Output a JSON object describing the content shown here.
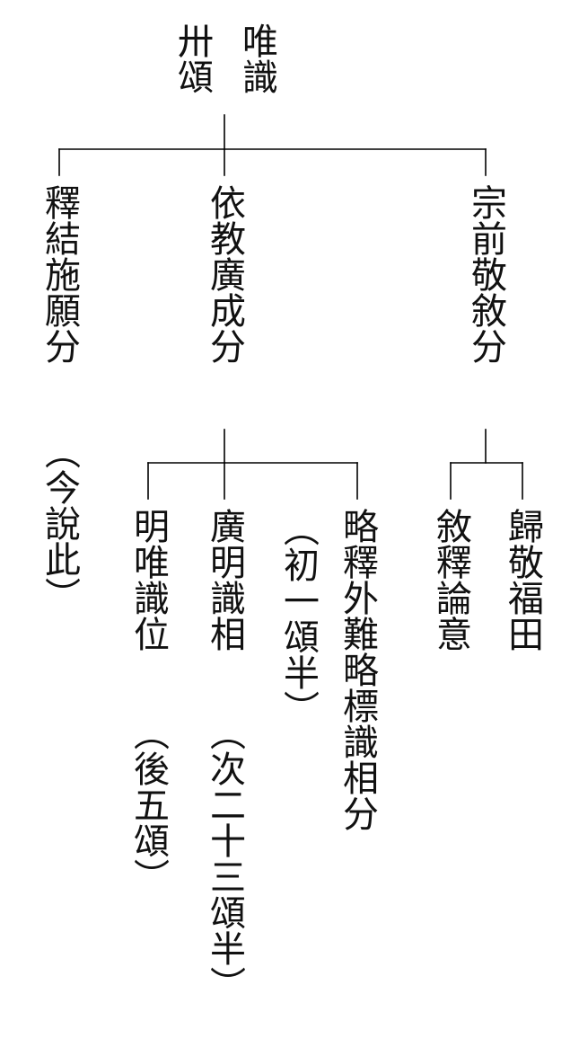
{
  "root": {
    "col_right": "唯識",
    "col_left": "卅頌"
  },
  "sections": {
    "left": {
      "title": "釋結施願分",
      "note": "（今說此）"
    },
    "middle": {
      "title": "依教廣成分",
      "branches": {
        "right": {
          "title": "略釋外難略標識相分",
          "note": "（初一頌半）"
        },
        "middle": {
          "title": "廣明識相",
          "note": "（次二十三頌半）"
        },
        "left": {
          "title": "明唯識位",
          "note": "（後五頌）"
        }
      }
    },
    "right": {
      "title": "宗前敬敘分",
      "branches": {
        "right": {
          "title": "歸敬福田"
        },
        "left": {
          "title": "敘釋論意"
        }
      }
    }
  }
}
